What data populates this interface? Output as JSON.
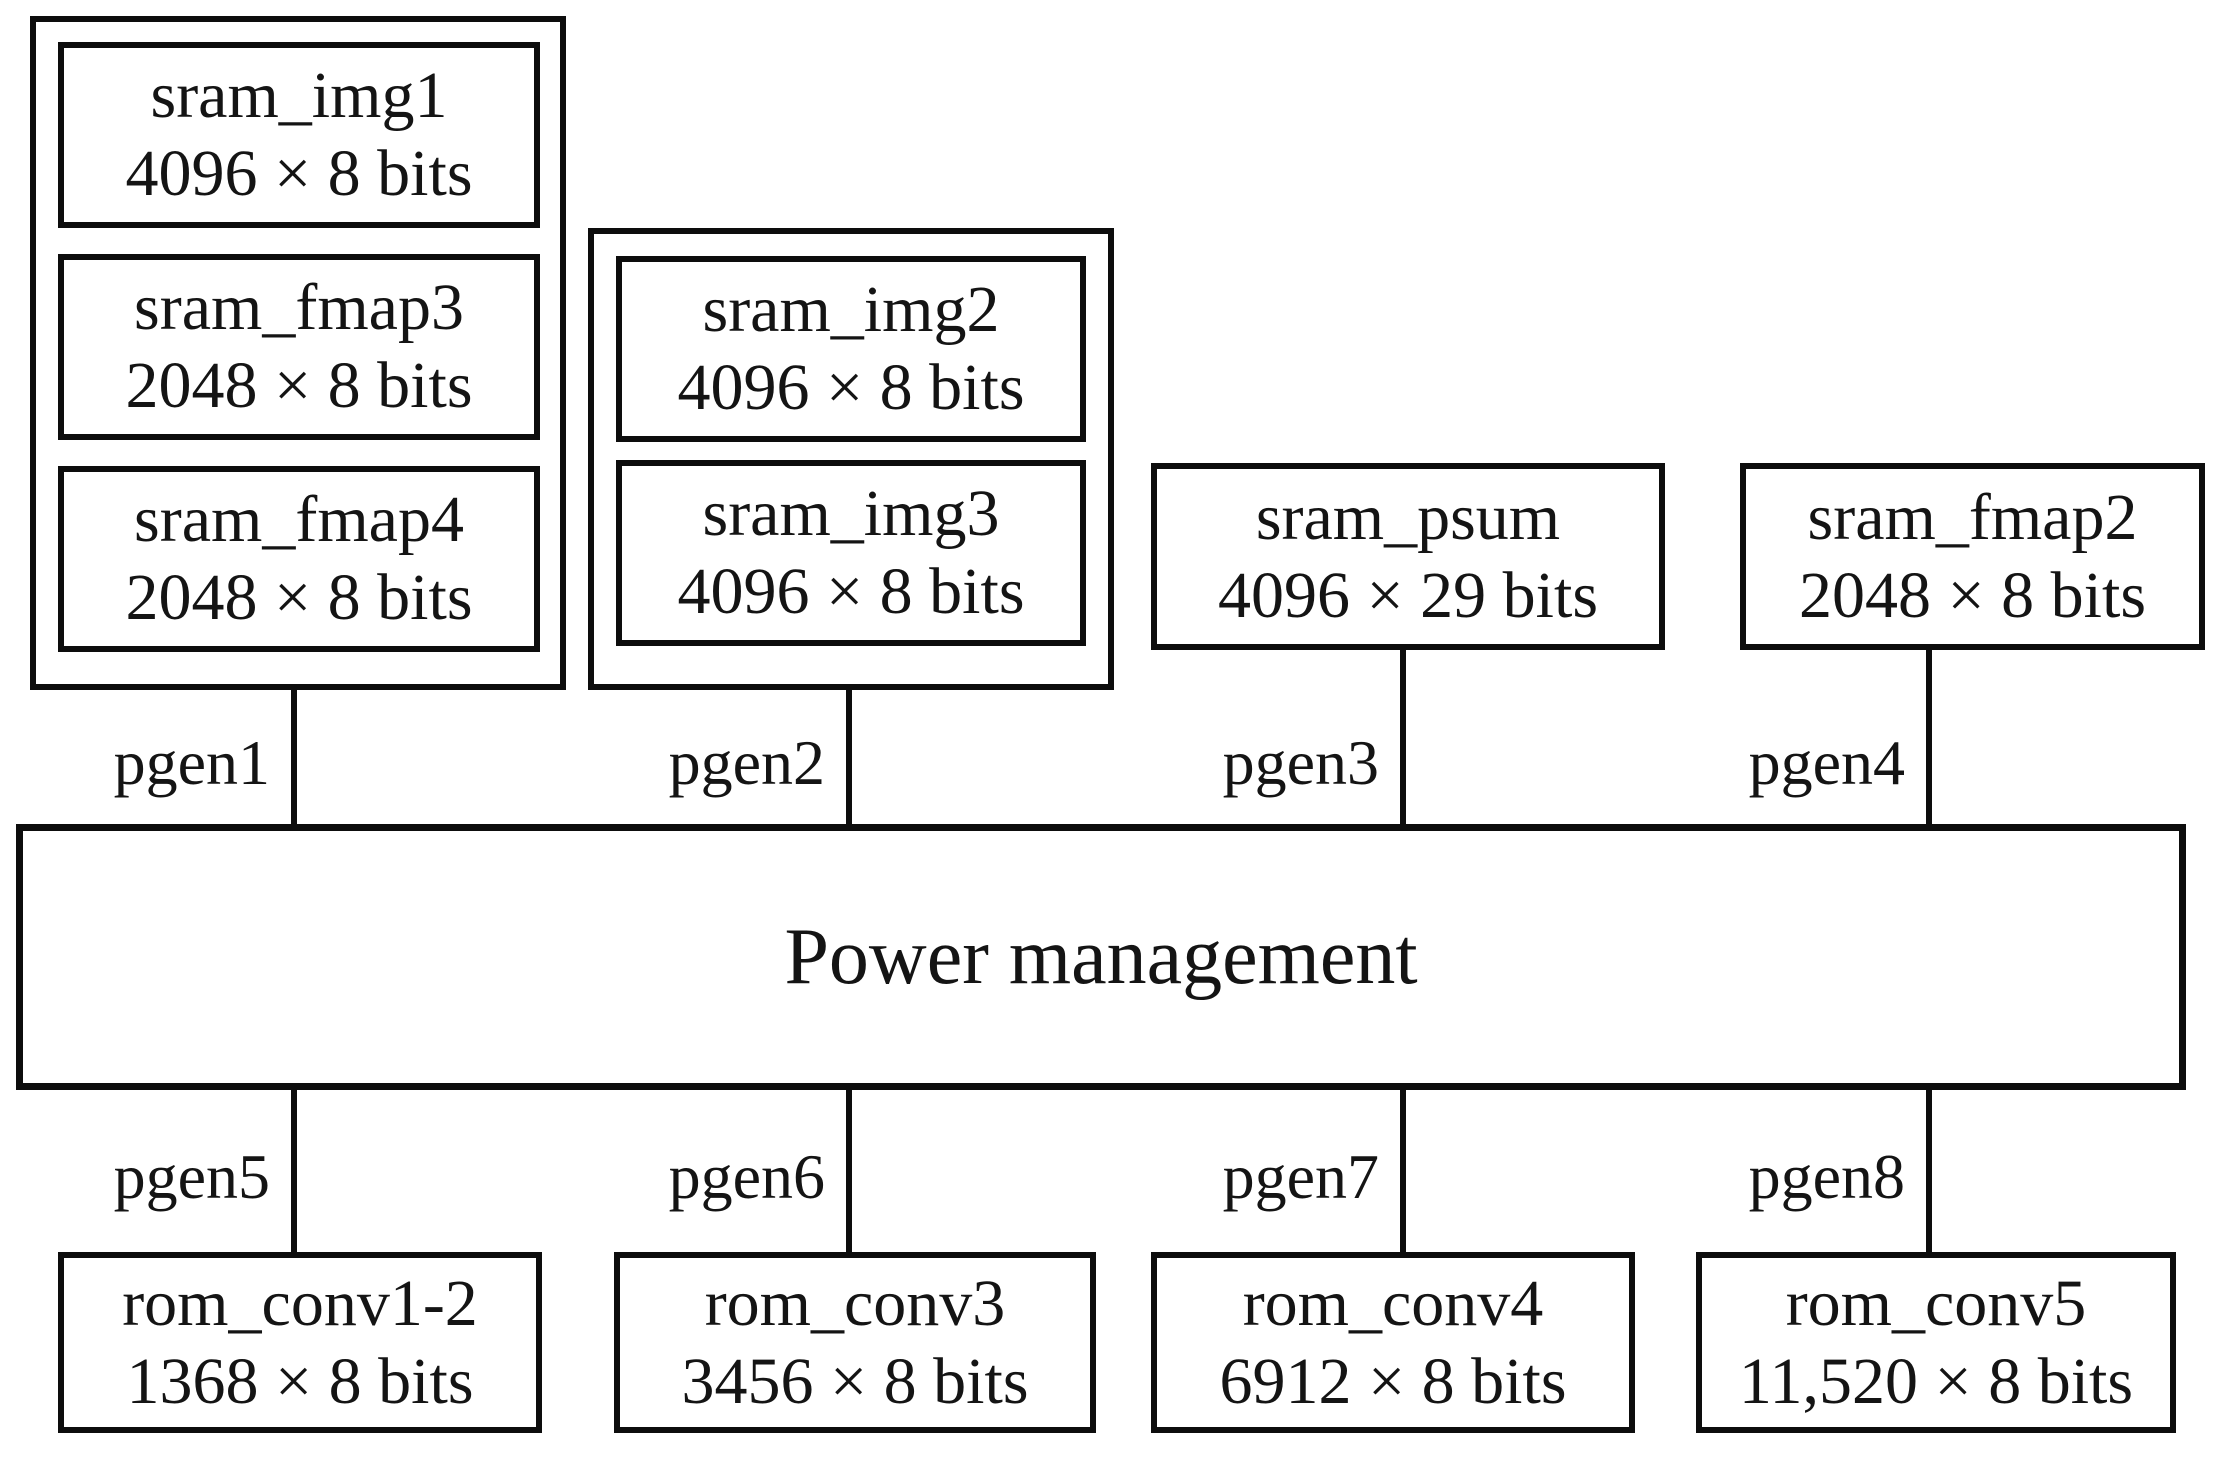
{
  "figure": {
    "background": "#ffffff",
    "line_color": "#0d0d0d",
    "text_color": "#141414",
    "sram_groups": [
      {
        "blocks": [
          {
            "name": "sram_img1",
            "size": "4096 × 8 bits"
          },
          {
            "name": "sram_fmap3",
            "size": "2048 × 8 bits"
          },
          {
            "name": "sram_fmap4",
            "size": "2048 × 8 bits"
          }
        ]
      },
      {
        "blocks": [
          {
            "name": "sram_img2",
            "size": "4096 × 8 bits"
          },
          {
            "name": "sram_img3",
            "size": "4096 × 8 bits"
          }
        ]
      }
    ],
    "sram_blocks": [
      {
        "name": "sram_psum",
        "size": "4096 × 29 bits"
      },
      {
        "name": "sram_fmap2",
        "size": "2048 × 8 bits"
      }
    ],
    "power_box": {
      "label": "Power management"
    },
    "pgen_top": [
      "pgen1",
      "pgen2",
      "pgen3",
      "pgen4"
    ],
    "pgen_bottom": [
      "pgen5",
      "pgen6",
      "pgen7",
      "pgen8"
    ],
    "rom_blocks": [
      {
        "name": "rom_conv1-2",
        "size": "1368 × 8 bits"
      },
      {
        "name": "rom_conv3",
        "size": "3456 × 8 bits"
      },
      {
        "name": "rom_conv4",
        "size": "6912 × 8 bits"
      },
      {
        "name": "rom_conv5",
        "size": "11,520 × 8 bits"
      }
    ]
  }
}
